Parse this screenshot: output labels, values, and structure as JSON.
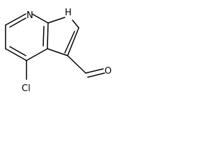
{
  "molecule": {
    "atoms": {
      "pyridine_n": "N",
      "pyrrole_nh": "H",
      "chlorine": "Cl",
      "aldehyde_o": "O"
    }
  }
}
